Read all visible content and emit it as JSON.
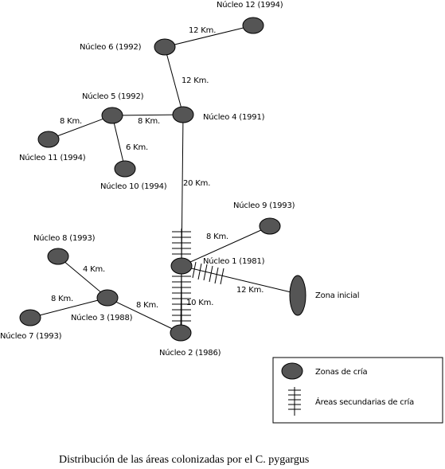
{
  "nodes": [
    {
      "id": "n12",
      "label": "Núcleo 12 (1994)"
    },
    {
      "id": "n6",
      "label": "Núcleo 6 (1992)"
    },
    {
      "id": "n5",
      "label": "Núcleo 5 (1992)"
    },
    {
      "id": "n4",
      "label": "Núcleo 4 (1991)"
    },
    {
      "id": "n11",
      "label": "Núcleo 11 (1994)"
    },
    {
      "id": "n10",
      "label": "Núcleo 10 (1994)"
    },
    {
      "id": "n9",
      "label": "Núcleo 9 (1993)"
    },
    {
      "id": "n8",
      "label": "Núcleo 8 (1993)"
    },
    {
      "id": "n1",
      "label": "Núcleo 1 (1981)"
    },
    {
      "id": "n3",
      "label": "Núcleo 3 (1988)"
    },
    {
      "id": "n7",
      "label": "Núcleo 7 (1993)"
    },
    {
      "id": "n2",
      "label": "Núcleo 2 (1986)"
    },
    {
      "id": "zi",
      "label": "Zona inicial"
    }
  ],
  "edges": [
    {
      "from": "n6",
      "to": "n12",
      "label": "12 Km."
    },
    {
      "from": "n6",
      "to": "n4",
      "label": "12 Km."
    },
    {
      "from": "n5",
      "to": "n4",
      "label": "8 Km."
    },
    {
      "from": "n5",
      "to": "n11",
      "label": "8 Km."
    },
    {
      "from": "n5",
      "to": "n10",
      "label": "6 Km."
    },
    {
      "from": "n4",
      "to": "n1",
      "label": "20 Km."
    },
    {
      "from": "n1",
      "to": "n9",
      "label": "8 Km."
    },
    {
      "from": "n1",
      "to": "zi",
      "label": "12 Km."
    },
    {
      "from": "n1",
      "to": "n2",
      "label": "10 Km."
    },
    {
      "from": "n3",
      "to": "n8",
      "label": "4 Km."
    },
    {
      "from": "n3",
      "to": "n7",
      "label": "8 Km."
    },
    {
      "from": "n3",
      "to": "n2",
      "label": "8 Km."
    }
  ],
  "legend": {
    "breeding_zones": "Zonas de cría",
    "secondary_areas": "Áreas secundarias de cría"
  },
  "caption": "Distribución de las áreas colonizadas por el C. pygargus"
}
